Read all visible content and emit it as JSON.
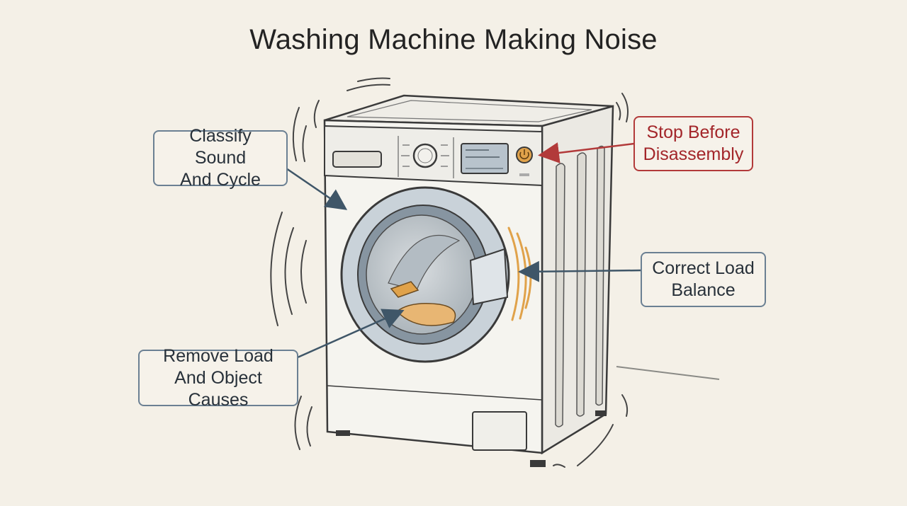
{
  "title": "Washing Machine Making Noise",
  "callouts": {
    "classify": "Classify Sound\nAnd Cycle",
    "stop": "Stop Before\nDisassembly",
    "balance": "Correct Load\nBalance",
    "remove": "Remove Load\nAnd Object Causes"
  },
  "colors": {
    "background": "#f4f0e7",
    "warning": "#b23a3a",
    "callout_border": "#6b8093",
    "accent": "#e0a24a"
  }
}
